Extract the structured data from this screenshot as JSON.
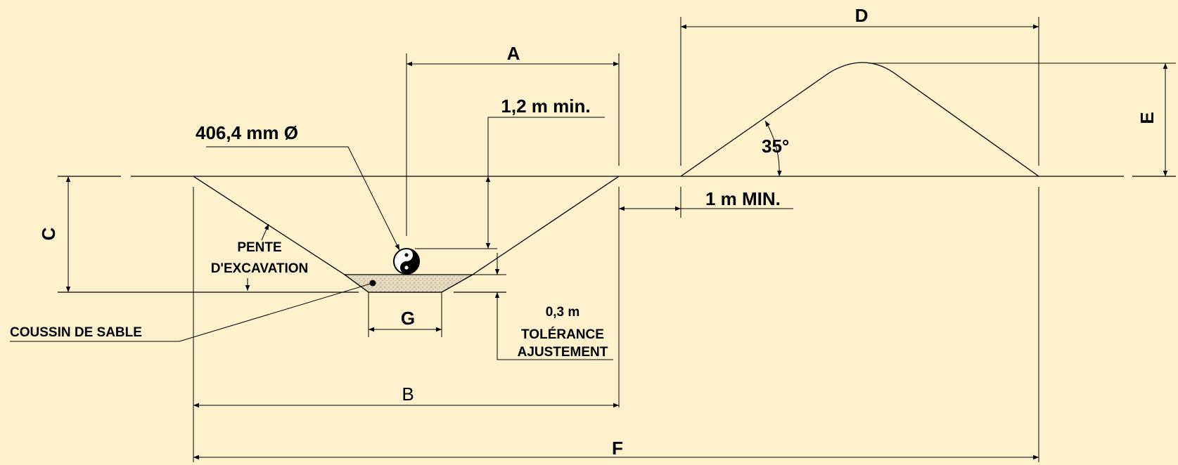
{
  "dimension_labels": {
    "A": "A",
    "B": "B",
    "C": "C",
    "D": "D",
    "E": "E",
    "F": "F",
    "G": "G"
  },
  "callouts": {
    "pipe_diameter": "406,4  mm Ø",
    "min_cover": "1,2  m min.",
    "min_offset": "1 m MIN.",
    "angle": "35°",
    "slope_line1": "PENTE",
    "slope_line2": "D'EXCAVATION",
    "sand_bed": "COUSSIN DE SABLE",
    "tolerance_value": "0,3  m",
    "tolerance_line1": "TOLÉRANCE",
    "tolerance_line2": "AJUSTEMENT"
  },
  "colors": {
    "background": "#fdf0cc",
    "ink": "#000000",
    "sand": "#e6d9b8"
  }
}
